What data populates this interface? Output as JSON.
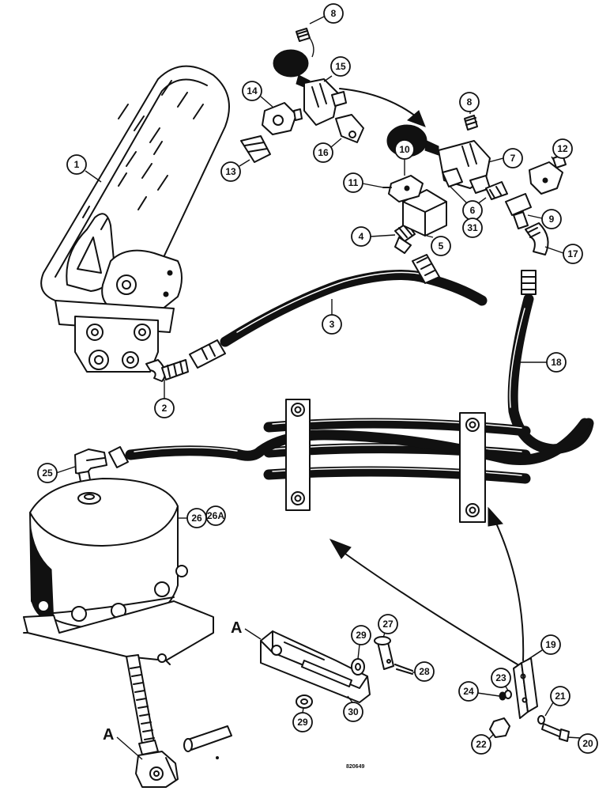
{
  "diagram": {
    "view_labels": [
      "A",
      "A"
    ],
    "drawing_number": "820649",
    "callouts": [
      "1",
      "2",
      "3",
      "4",
      "5",
      "6",
      "31",
      "7",
      "8",
      "8",
      "9",
      "10",
      "11",
      "12",
      "13",
      "14",
      "15",
      "16",
      "17",
      "18",
      "19",
      "20",
      "21",
      "22",
      "23",
      "24",
      "25",
      "26",
      "26A",
      "27",
      "28",
      "29",
      "29",
      "30"
    ]
  }
}
